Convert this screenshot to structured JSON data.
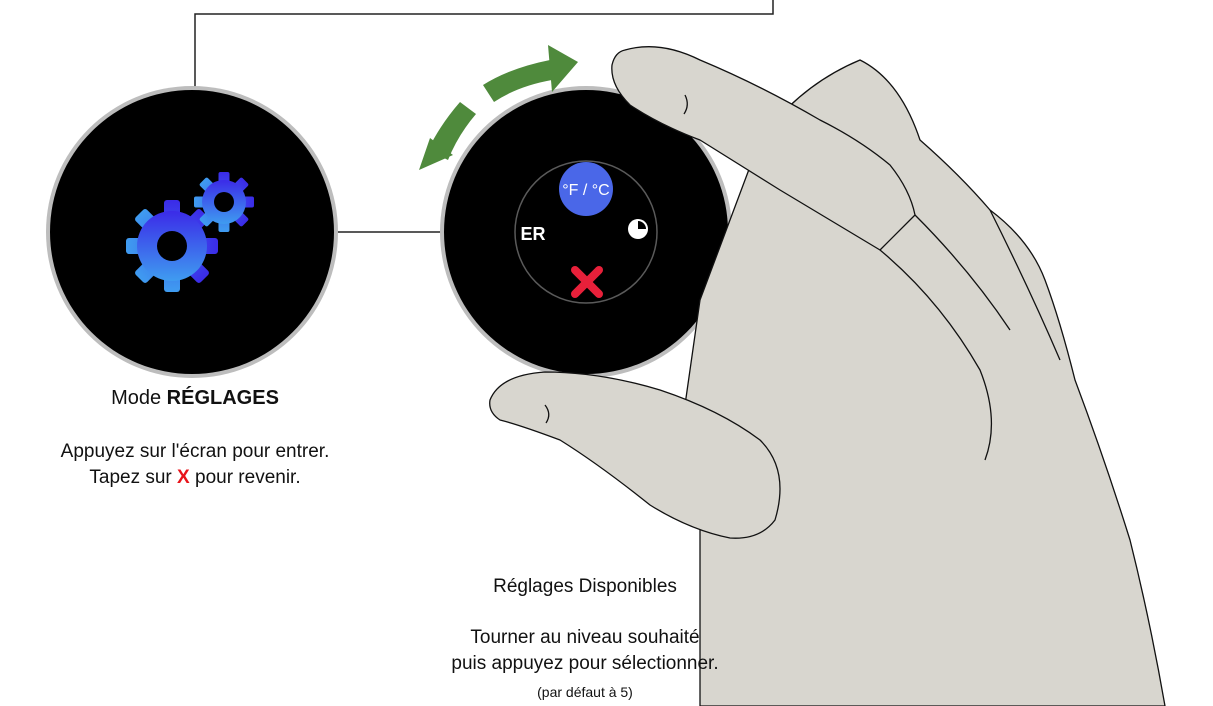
{
  "settings_mode": {
    "title_prefix": "Mode",
    "title_bold": "RÉGLAGES",
    "enter_instruction": "Appuyez sur l'écran pour entrer.",
    "back_prefix": "Tapez sur",
    "back_key": "X",
    "back_suffix": "pour revenir."
  },
  "dial_menu": {
    "unit_option": "°F / °C",
    "er_option": "ER"
  },
  "available_settings": {
    "title": "Réglages Disponibles",
    "instruction_line1": "Tourner au niveau souhaité",
    "instruction_line2": "puis appuyez pour sélectionner.",
    "default_note": "(par défaut à 5)"
  },
  "colors": {
    "gear_gradient_top": "#3b2be8",
    "gear_gradient_bottom": "#3f9cf0",
    "unit_bubble": "#4a67e8",
    "close_x": "#e8203a",
    "arrow_green": "#4f8a3c",
    "hand_fill": "#d8d6cf"
  },
  "icons": [
    "gear-icon",
    "clock-icon",
    "close-icon",
    "rotate-arrow-icon",
    "hand-illustration"
  ]
}
